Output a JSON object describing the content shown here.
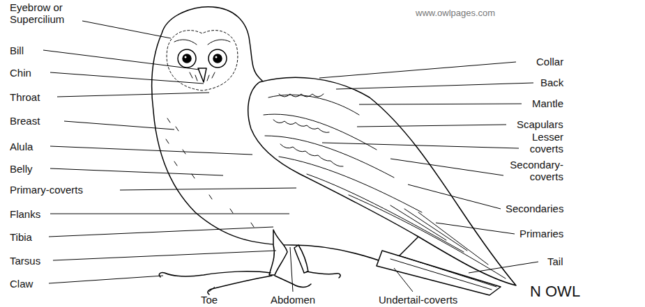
{
  "diagram": {
    "labels": [
      "Eyebrow or Supercilium",
      "www.owlpages.com",
      "Bill",
      "Collar",
      "Chin",
      "Back",
      "Throat",
      "Mantle",
      "Breast",
      "Scapulars",
      "Alula",
      "Lesser coverts",
      "Belly",
      "Secondary-coverts",
      "Primary-coverts",
      "Secondaries",
      "Flanks",
      "Primaries",
      "Tibia",
      "Tail",
      "Tarsus",
      "Claw",
      "Toe",
      "Abdomen",
      "Undertail-coverts",
      "N OWL"
    ]
  }
}
